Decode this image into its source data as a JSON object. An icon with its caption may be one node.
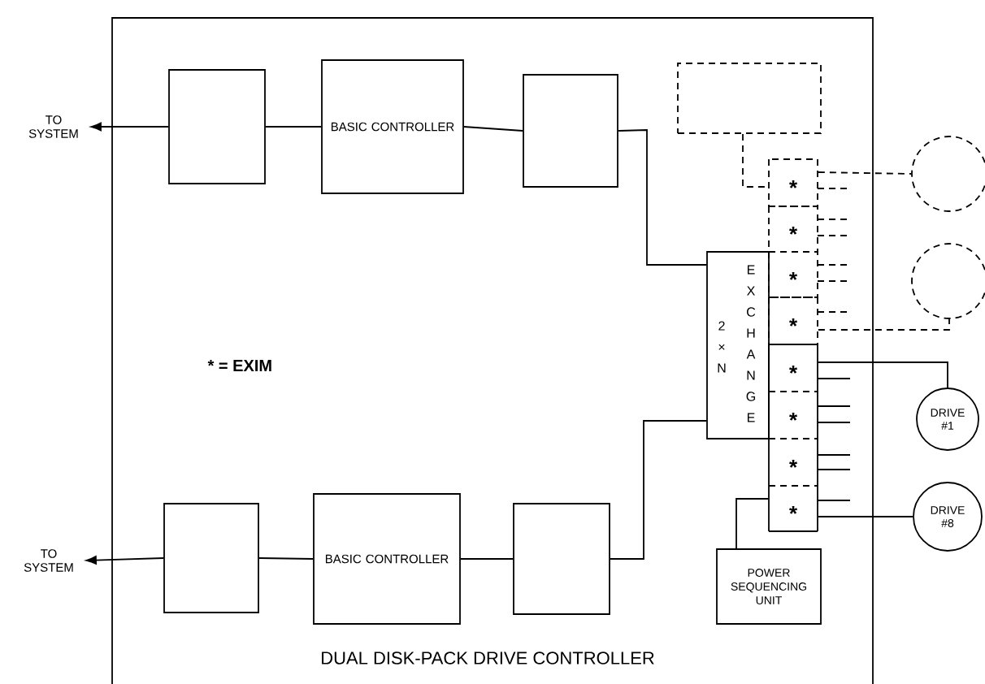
{
  "diagram": {
    "nodes": [
      {
        "text": [
          "DUAL DISK-PACK DRIVE CONTROLLER"
        ]
      },
      {
        "text": [
          "TO SYSTEM"
        ]
      },
      {
        "text": [],
        "shape": "box",
        "in": 0
      },
      {
        "text": [
          "BASIC CONTROLLER"
        ],
        "in": 0
      },
      {
        "text": [],
        "shape": "box",
        "in": 0
      },
      {
        "text": [],
        "shape": "box",
        "in": 0
      },
      {
        "text": [],
        "shape": "circle"
      },
      {
        "text": [
          "*"
        ],
        "in": 0
      },
      {
        "text": [
          "*"
        ],
        "in": 0
      },
      {
        "text": [
          "*"
        ],
        "in": 0
      },
      {
        "text": [
          "*"
        ],
        "in": 0
      },
      {
        "text": [],
        "shape": "circle"
      },
      {
        "text": [
          "2×N",
          "EXCHANGE"
        ],
        "in": 0
      },
      {
        "text": [
          "*"
        ],
        "in": 0
      },
      {
        "text": [
          "*"
        ],
        "in": 0
      },
      {
        "text": [
          "*"
        ],
        "in": 0
      },
      {
        "text": [
          "*"
        ],
        "in": 0
      },
      {
        "text": [
          "DRIVE #1"
        ]
      },
      {
        "text": [
          "DRIVE #8"
        ]
      },
      {
        "text": [
          "TO SYSTEM"
        ]
      },
      {
        "text": [],
        "shape": "box",
        "in": 0
      },
      {
        "text": [
          "BASIC CONTROLLER"
        ],
        "in": 0
      },
      {
        "text": [],
        "shape": "box",
        "in": 0
      },
      {
        "text": [
          "POWER SEQUENCING UNIT"
        ],
        "in": 0
      }
    ],
    "edges": [
      {
        "from": 2,
        "to": 1,
        "arrow": "to"
      },
      {
        "from": 2,
        "to": 3,
        "arrow": "none"
      },
      {
        "from": 3,
        "to": 4,
        "arrow": "none"
      },
      {
        "from": 4,
        "to": 12,
        "arrow": "none"
      },
      {
        "from": 5,
        "to": 7,
        "arrow": "none",
        "style": "dashed"
      },
      {
        "from": 7,
        "to": 6,
        "arrow": "none",
        "style": "dashed"
      },
      {
        "from": 10,
        "to": 11,
        "arrow": "none",
        "style": "dashed"
      },
      {
        "from": 13,
        "to": 17,
        "arrow": "none"
      },
      {
        "from": 16,
        "to": 18,
        "arrow": "none"
      },
      {
        "from": 23,
        "to": 16,
        "arrow": "none"
      },
      {
        "from": 22,
        "to": 12,
        "arrow": "none"
      },
      {
        "from": 21,
        "to": 22,
        "arrow": "none"
      },
      {
        "from": 20,
        "to": 21,
        "arrow": "none"
      },
      {
        "from": 20,
        "to": 19,
        "arrow": "to"
      }
    ],
    "labels": [
      "* = EXIM"
    ]
  }
}
